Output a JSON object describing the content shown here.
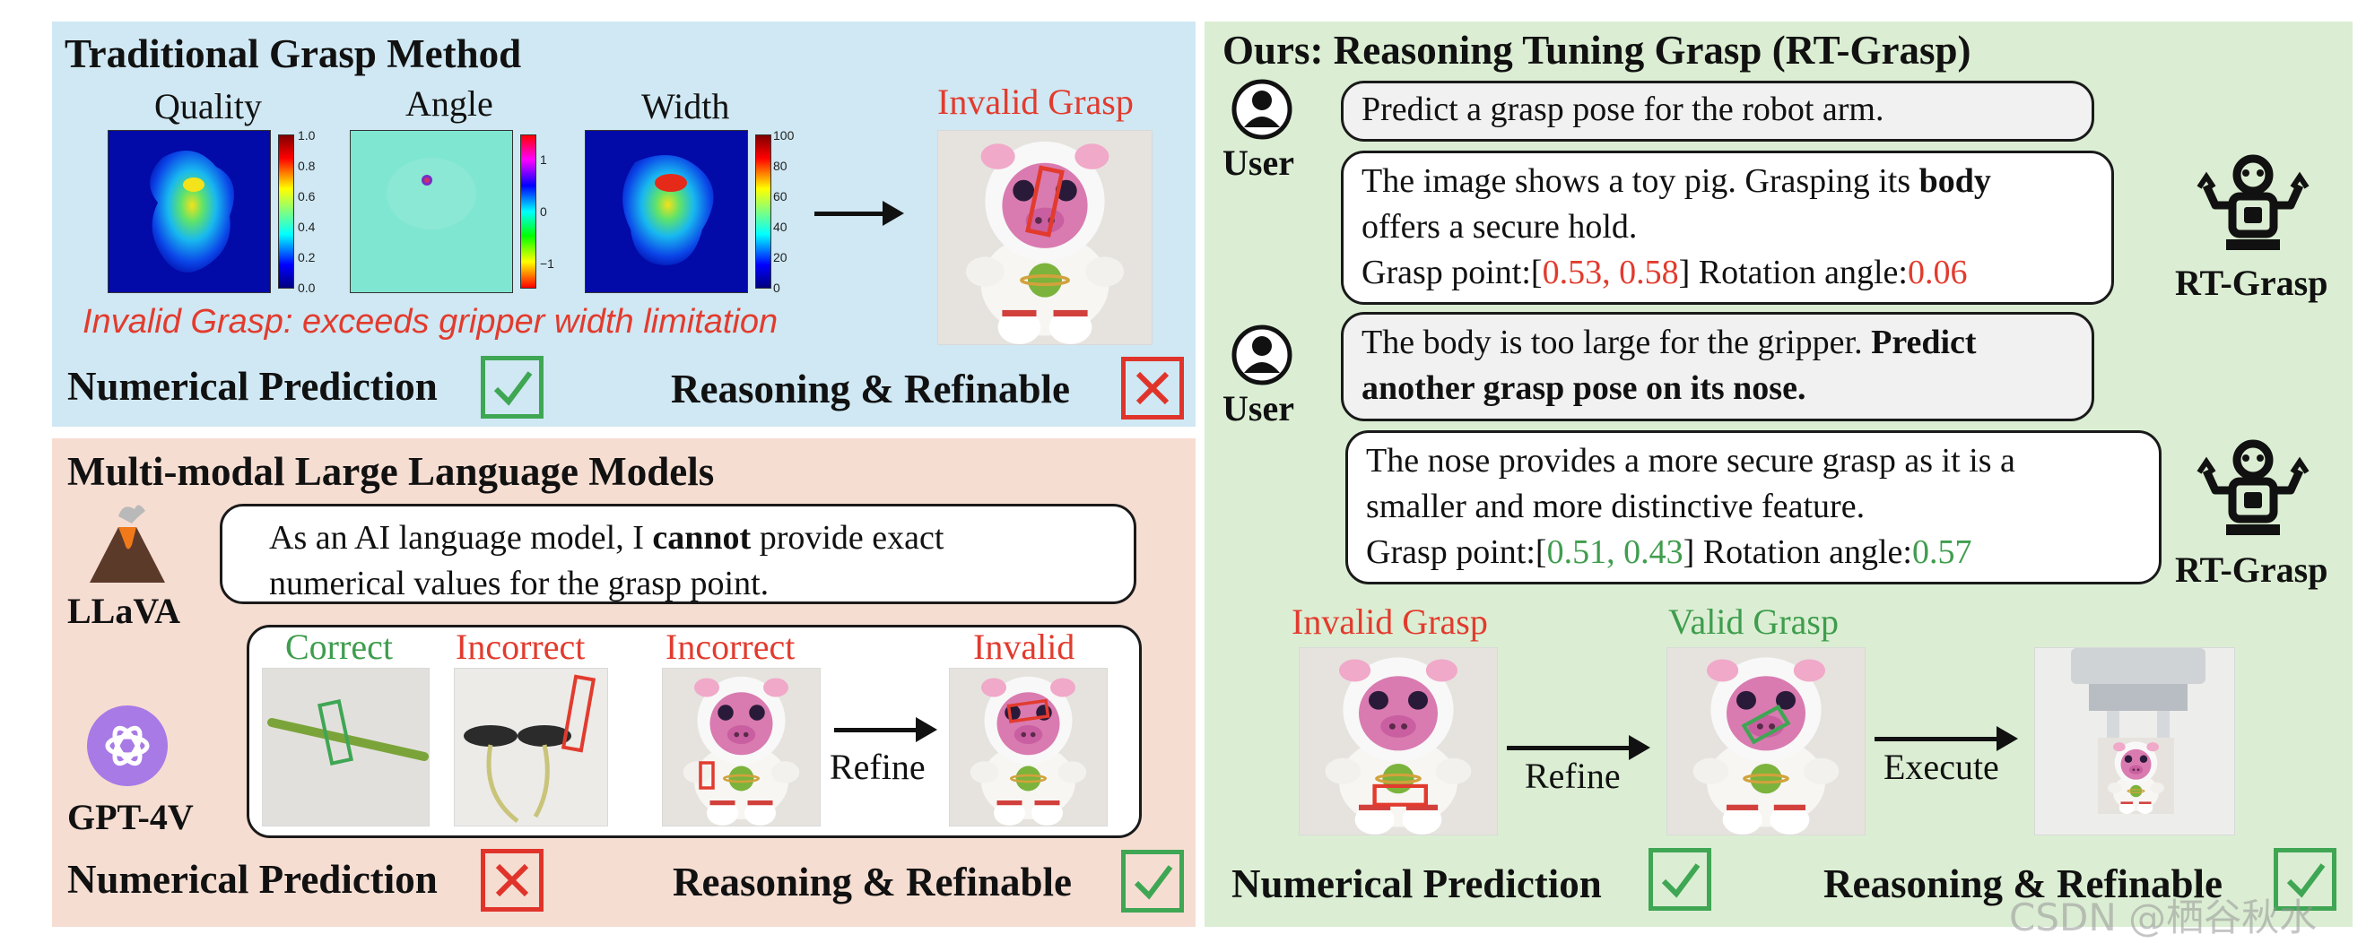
{
  "traditional": {
    "title": "Traditional Grasp Method",
    "maps": [
      {
        "label": "Quality",
        "ticks": [
          "1.0",
          "0.8",
          "0.6",
          "0.4",
          "0.2",
          "0.0"
        ]
      },
      {
        "label": "Angle",
        "ticks": [
          "1",
          "0",
          "−1"
        ]
      },
      {
        "label": "Width",
        "ticks": [
          "100",
          "80",
          "60",
          "40",
          "20",
          "0"
        ]
      }
    ],
    "result_label": "Invalid Grasp",
    "error_note": "Invalid Grasp: exceeds gripper width limitation",
    "numerical_label": "Numerical Prediction",
    "numerical_status": "check",
    "reasoning_label": "Reasoning & Refinable",
    "reasoning_status": "cross"
  },
  "mllm": {
    "title": "Multi-modal Large Language Models",
    "llava_name": "LLaVA",
    "llava_reply_a": "As an AI language model, I ",
    "llava_reply_b": "cannot",
    "llava_reply_c": " provide exact",
    "llava_reply_d": "numerical values for the grasp point.",
    "gpt_name": "GPT-4V",
    "samples": [
      {
        "label": "Correct",
        "color": "#3f9d4e"
      },
      {
        "label": "Incorrect",
        "color": "#e23b2e"
      },
      {
        "label": "Incorrect",
        "color": "#e23b2e"
      },
      {
        "label": "Invalid",
        "color": "#e23b2e"
      }
    ],
    "refine_label": "Refine",
    "numerical_label": "Numerical Prediction",
    "numerical_status": "cross",
    "reasoning_label": "Reasoning & Refinable",
    "reasoning_status": "check"
  },
  "ours": {
    "title": "Ours: Reasoning Tuning Grasp (RT-Grasp)",
    "user_label": "User",
    "robot_label": "RT-Grasp",
    "user_msg1": "Predict a grasp pose for the robot arm.",
    "bot1_line1_a": "The image shows a toy pig. Grasping its ",
    "bot1_line1_b": "body",
    "bot1_line2": "offers a secure hold.",
    "bot1_gp_prefix": "Grasp point:[",
    "bot1_gp_value": "0.53, 0.58",
    "bot1_gp_suffix": "] Rotation angle:",
    "bot1_angle": "0.06",
    "user_msg2_a": "The body is too large for the gripper. ",
    "user_msg2_b": "Predict",
    "user_msg2_c": "another grasp pose on its nose.",
    "bot2_line1": "The nose provides a more secure grasp as it is a",
    "bot2_line2": "smaller and more distinctive feature.",
    "bot2_gp_prefix": "Grasp point:[",
    "bot2_gp_value": "0.51, 0.43",
    "bot2_gp_suffix": "] Rotation angle:",
    "bot2_angle": "0.57",
    "invalid_label": "Invalid Grasp",
    "valid_label": "Valid Grasp",
    "refine_label": "Refine",
    "execute_label": "Execute",
    "numerical_label": "Numerical Prediction",
    "numerical_status": "check",
    "reasoning_label": "Reasoning & Refinable",
    "reasoning_status": "check"
  },
  "colors": {
    "accent_red": "#e23b2e",
    "accent_green": "#3f9d4e",
    "panel_blue": "#cfe8f3",
    "panel_peach": "#f6ddd2",
    "panel_green": "#dbeed3"
  },
  "watermark": "CSDN @栖谷秋水"
}
